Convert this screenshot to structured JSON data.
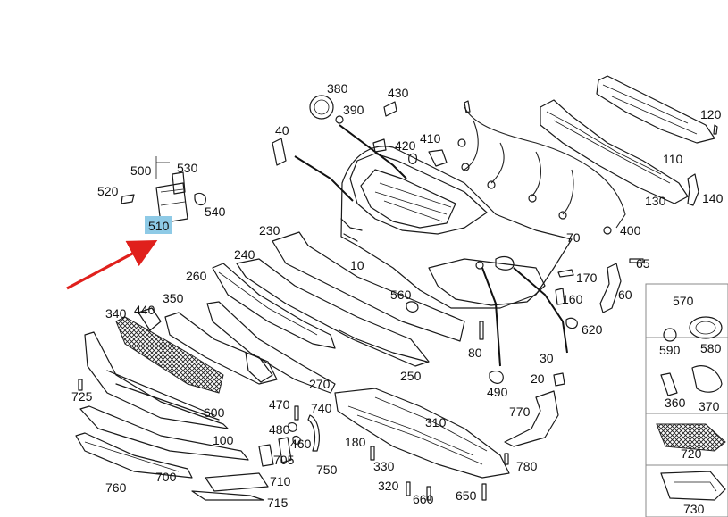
{
  "diagram": {
    "labels": {
      "p10": "10",
      "p20": "20",
      "p30": "30",
      "p40": "40",
      "p60": "60",
      "p65": "65",
      "p70": "70",
      "p80": "80",
      "p100": "100",
      "p110": "110",
      "p120": "120",
      "p130": "130",
      "p140": "140",
      "p160": "160",
      "p170": "170",
      "p180": "180",
      "p230": "230",
      "p240": "240",
      "p250": "250",
      "p260": "260",
      "p270": "270",
      "p310": "310",
      "p320": "320",
      "p330": "330",
      "p340": "340",
      "p350": "350",
      "p360": "360",
      "p370": "370",
      "p380": "380",
      "p390": "390",
      "p400": "400",
      "p410": "410",
      "p420": "420",
      "p430": "430",
      "p440": "440",
      "p460": "460",
      "p470": "470",
      "p480": "480",
      "p490": "490",
      "p500": "500",
      "p510": "510",
      "p520": "520",
      "p530": "530",
      "p540": "540",
      "p560": "560",
      "p570": "570",
      "p580": "580",
      "p590": "590",
      "p600": "600",
      "p620": "620",
      "p650": "650",
      "p660": "660",
      "p700": "700",
      "p705": "705",
      "p710": "710",
      "p715": "715",
      "p720": "720",
      "p725": "725",
      "p730": "730",
      "p740": "740",
      "p750": "750",
      "p760": "760",
      "p770": "770",
      "p780": "780"
    },
    "highlight": {
      "part": "510",
      "color": "#8ecae6",
      "arrow_color": "#e0201c"
    }
  }
}
